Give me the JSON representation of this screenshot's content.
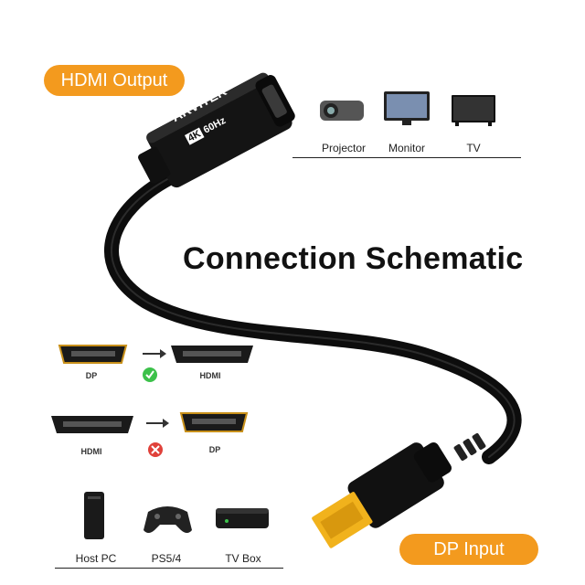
{
  "labels": {
    "hdmi_output": "HDMI Output",
    "dp_input": "DP Input",
    "title": "Connection Schematic"
  },
  "adapter": {
    "brand": "ARVITEK",
    "badge_4k": "4K",
    "badge_hz": "60Hz"
  },
  "outputs": [
    {
      "label": "Projector",
      "icon": "projector-icon"
    },
    {
      "label": "Monitor",
      "icon": "monitor-icon"
    },
    {
      "label": "TV",
      "icon": "tv-icon"
    }
  ],
  "direction": {
    "row1": {
      "from": "DP",
      "to": "HDMI",
      "status": "supported",
      "status_color": "#3cc14a"
    },
    "row2": {
      "from": "HDMI",
      "to": "DP",
      "status": "not-supported",
      "status_color": "#e0413a"
    }
  },
  "sources": [
    {
      "label": "Host PC",
      "icon": "pc-tower-icon"
    },
    {
      "label": "PS5/4",
      "icon": "gamepad-icon"
    },
    {
      "label": "TV Box",
      "icon": "tv-box-icon"
    }
  ],
  "colors": {
    "accent": "#f39a1e",
    "cable": "#111111",
    "dp_gold": "#f1b21c"
  }
}
